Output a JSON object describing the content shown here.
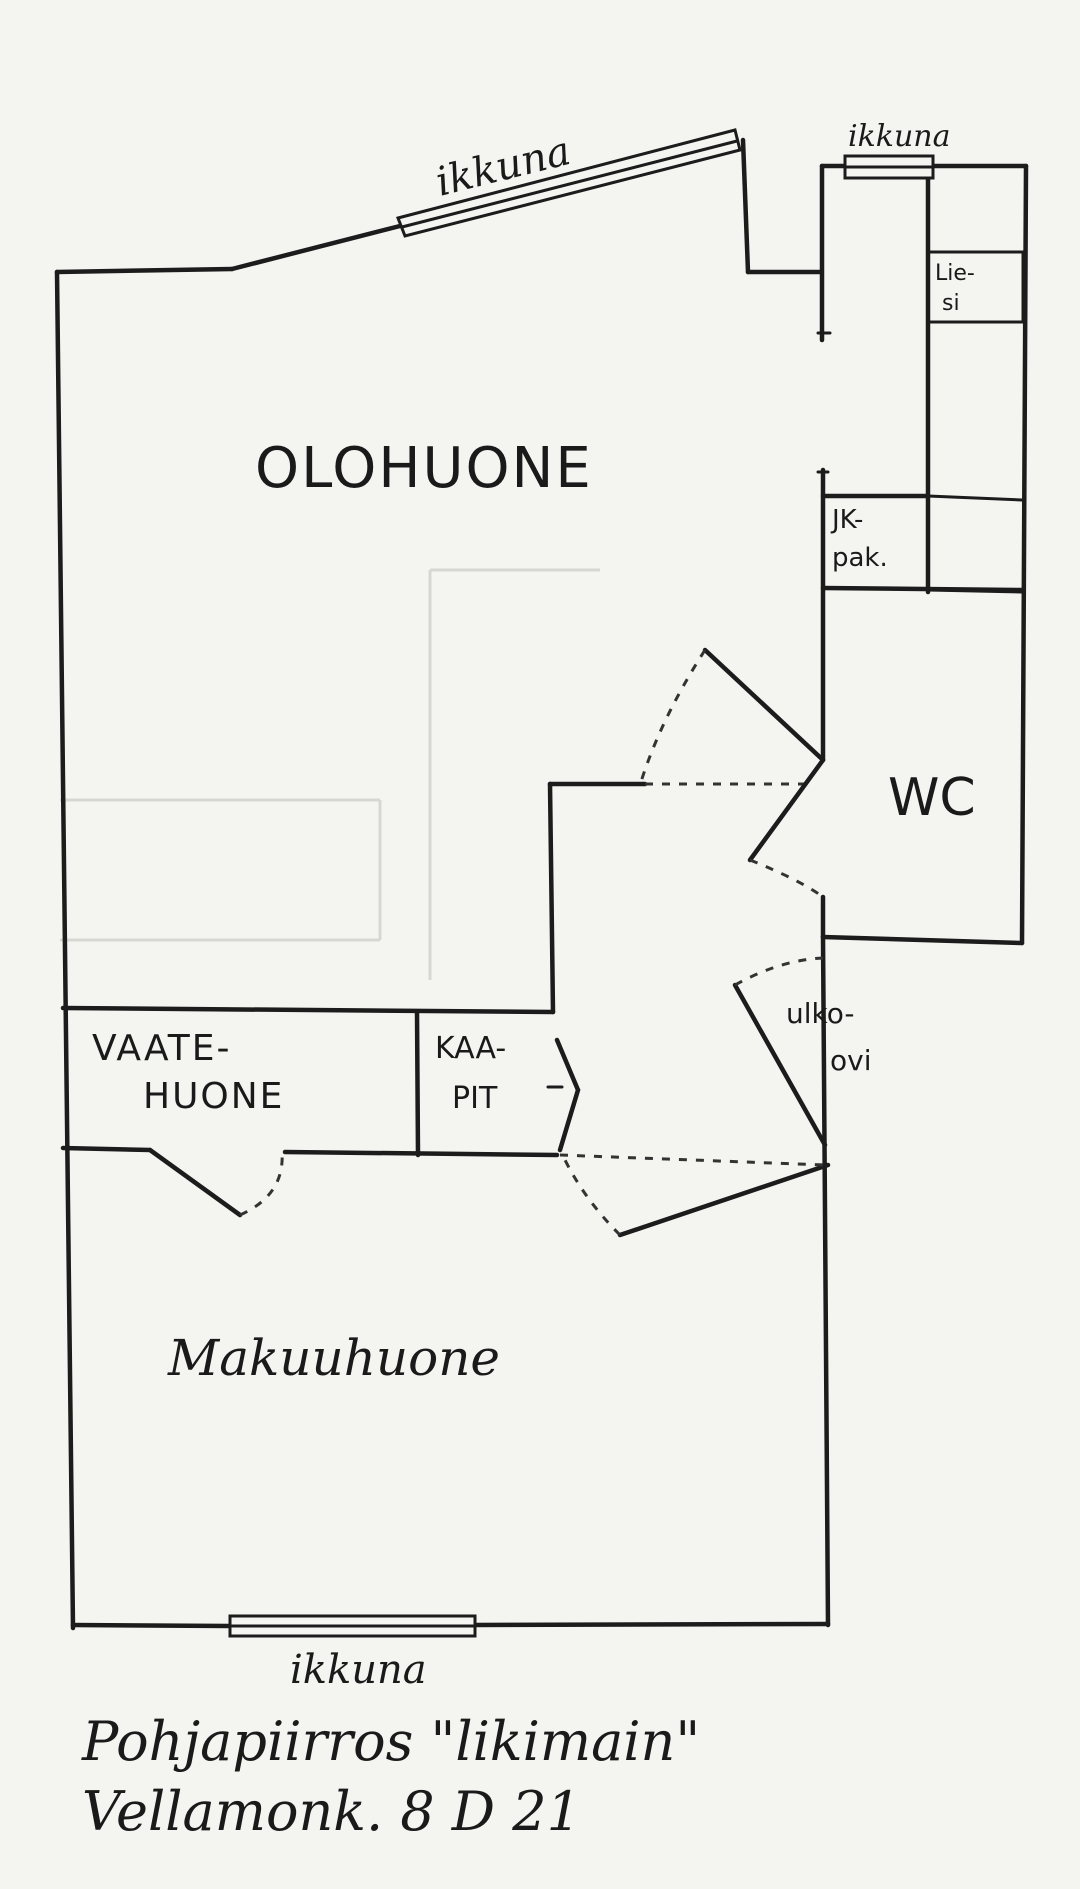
{
  "rooms": {
    "living_room": "OLOHUONE",
    "bedroom": "Makuuhuone",
    "wc": "WC",
    "walk_in_closet_line1": "VAATE-",
    "walk_in_closet_line2": "HUONE",
    "cabinets_line1": "KAA-",
    "cabinets_line2": "PIT",
    "stove_line1": "Lie-",
    "stove_line2": "si",
    "freezer_line1": "JK-",
    "freezer_line2": "pak.",
    "entrance_line1": "ulko-",
    "entrance_line2": "ovi"
  },
  "windows": {
    "living_top": "ikkuna",
    "kitchen_top": "ikkuna",
    "bedroom_bottom": "ikkuna"
  },
  "caption": {
    "line1": "Pohjapiirros \"likimain\"",
    "line2": "Vellamonk. 8 D 21"
  }
}
